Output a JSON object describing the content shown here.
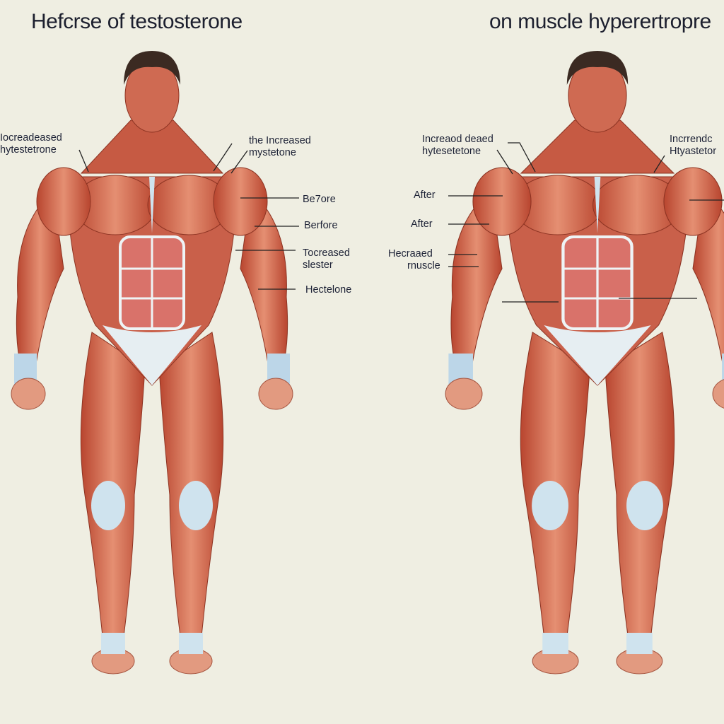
{
  "titles": {
    "left": "Hefcrse of testosterone",
    "right": "on muscle hyperertropre"
  },
  "left_labels": [
    {
      "line1": "Iocreadeased",
      "line2": "hytestetrone"
    },
    {
      "line1": "the Increased",
      "line2": "mystetone"
    },
    {
      "line1": "Be7ore",
      "line2": ""
    },
    {
      "line1": "Berfore",
      "line2": ""
    },
    {
      "line1": "Tocreased",
      "line2": "slester"
    },
    {
      "line1": "Hectelone",
      "line2": ""
    }
  ],
  "right_labels": [
    {
      "line1": "Increaod deaed",
      "line2": "hytesetetone"
    },
    {
      "line1": "Incrrendc",
      "line2": "Htyastetor"
    },
    {
      "line1": "After",
      "line2": ""
    },
    {
      "line1": "After",
      "line2": ""
    },
    {
      "line1": "Hecraaed",
      "line2": "rnuscle"
    }
  ],
  "colors": {
    "background": "#efeee2",
    "muscle": "#c8533f",
    "muscle_light": "#e89a7c",
    "tendon": "#cfe3ee",
    "text": "#1d2236"
  }
}
